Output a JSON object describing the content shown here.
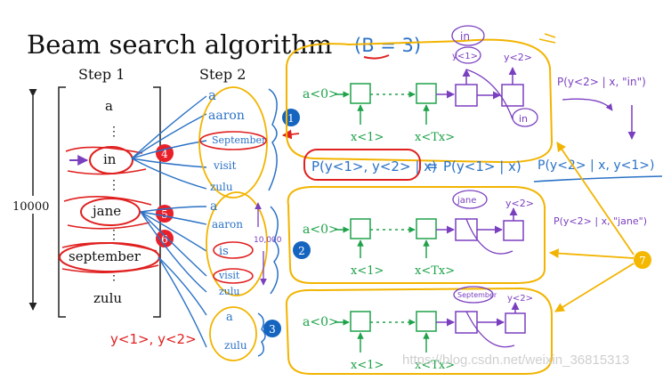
{
  "title": "Beam search algorithm",
  "beam_note": "(B = 3)",
  "step1_label": "Step 1",
  "step2_label": "Step 2",
  "vocab_size_label": "10000",
  "vocab": {
    "a": "a",
    "in": "in",
    "jane": "jane",
    "september": "september",
    "zulu": "zulu",
    "dots": "⋮"
  },
  "handwritten": {
    "y_notation": "y<1>, y<2>",
    "step2_in_words": [
      "a",
      "aaron",
      "September",
      "visit",
      "zulu"
    ],
    "step2_jane_words": [
      "a",
      "aaron",
      "is",
      "visit",
      "zulu"
    ],
    "step2_sept_words": [
      "a",
      "zulu"
    ],
    "count_10000": "10,000",
    "beam_in_out1": "in",
    "beam_in_out2": "y<2>",
    "beam_in_hidden": "y<1>",
    "beam_in_input": "in",
    "beam_jane_out1": "jane",
    "beam_jane_out2": "y<2>",
    "beam_sept_out1": "September",
    "beam_sept_out2": "y<2>",
    "prob_in": "P(y<2> | x, \"in\")",
    "prob_jane": "P(y<2> | x, \"jane\")",
    "prob_joint": "P(y<1>, y<2> | x)",
    "prob_equals": "=",
    "prob_first": "P(y<1> | x)",
    "prob_second": "P(y<2> | x, y<1>)"
  },
  "network": {
    "init_activation": "a<0>",
    "input_first": "x<1>",
    "input_last": "x<Tx>"
  },
  "markers": [
    "1",
    "2",
    "3",
    "4",
    "5",
    "6",
    "7"
  ],
  "watermark": "https://blog.csdn.net/weixin_36815313",
  "colors": {
    "hand_blue": "#2a72c6",
    "hand_purple": "#7a3fbf",
    "hand_red": "#e02020",
    "hand_yellow": "#f2b400",
    "net_green": "#1fa24a",
    "marker_red": "#e8202a",
    "marker_blue": "#1565c0",
    "marker_yellow": "#f5b800"
  }
}
